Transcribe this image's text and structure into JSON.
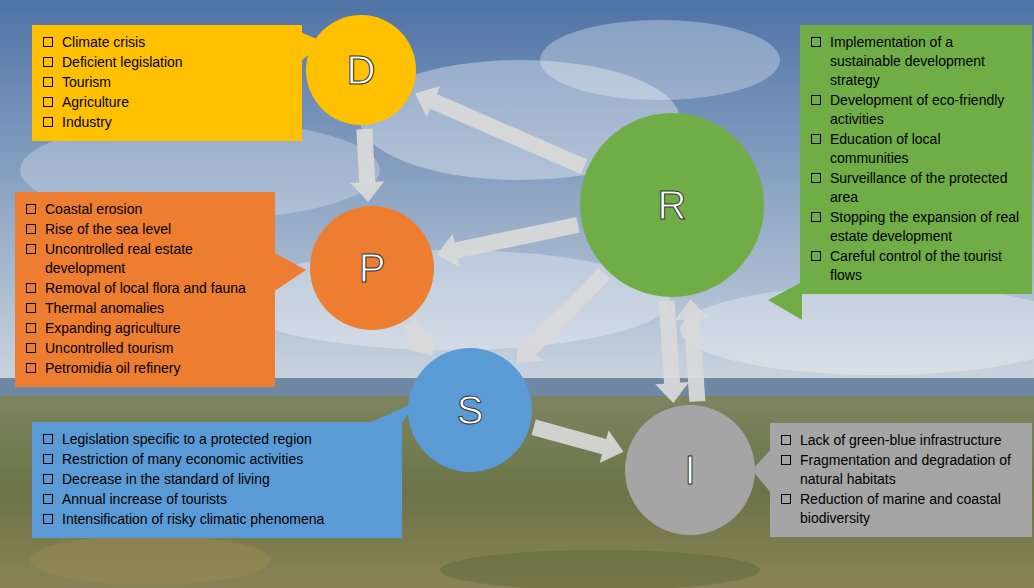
{
  "diagram": {
    "nodes": [
      {
        "text": [
          "Climate crisis",
          "Deficient legislation",
          "Tourism",
          "Agriculture",
          "Industry"
        ]
      },
      {
        "text": [
          "D"
        ]
      },
      {
        "text": [
          "R"
        ]
      },
      {
        "text": [
          "Implementation of a sustainable development strategy",
          "Development of eco-friendly activities",
          "Education of local communities",
          "Surveillance of the protected area",
          "Stopping the expansion of real estate development",
          "Careful control of the tourist flows"
        ]
      },
      {
        "text": [
          "Coastal erosion",
          "Rise of the sea level",
          "Uncontrolled real estate development",
          "Removal of local flora and fauna",
          "Thermal anomalies",
          "Expanding agriculture",
          "Uncontrolled tourism",
          "Petromidia oil refinery"
        ]
      },
      {
        "text": [
          "P"
        ]
      },
      {
        "text": [
          "S"
        ]
      },
      {
        "text": [
          "Legislation specific to a protected region",
          "Restriction of many economic activities",
          "Decrease in the standard of living",
          "Annual increase of tourists",
          "Intensification of risky climatic phenomena"
        ]
      },
      {
        "text": [
          "I"
        ]
      },
      {
        "text": [
          "Lack of green-blue infrastructure",
          "Fragmentation and degradation of natural habitats",
          "Reduction of marine and coastal biodiversity"
        ]
      }
    ],
    "edges": [
      {
        "from": 2,
        "to": 1,
        "arrow": "to"
      },
      {
        "from": 1,
        "to": 5,
        "arrow": "to"
      },
      {
        "from": 2,
        "to": 5,
        "arrow": "to"
      },
      {
        "from": 5,
        "to": 6,
        "arrow": "to"
      },
      {
        "from": 2,
        "to": 6,
        "arrow": "to"
      },
      {
        "from": 6,
        "to": 8,
        "arrow": "to"
      },
      {
        "from": 2,
        "to": 8,
        "arrow": "to"
      },
      {
        "from": 8,
        "to": 2,
        "arrow": "to"
      }
    ]
  }
}
